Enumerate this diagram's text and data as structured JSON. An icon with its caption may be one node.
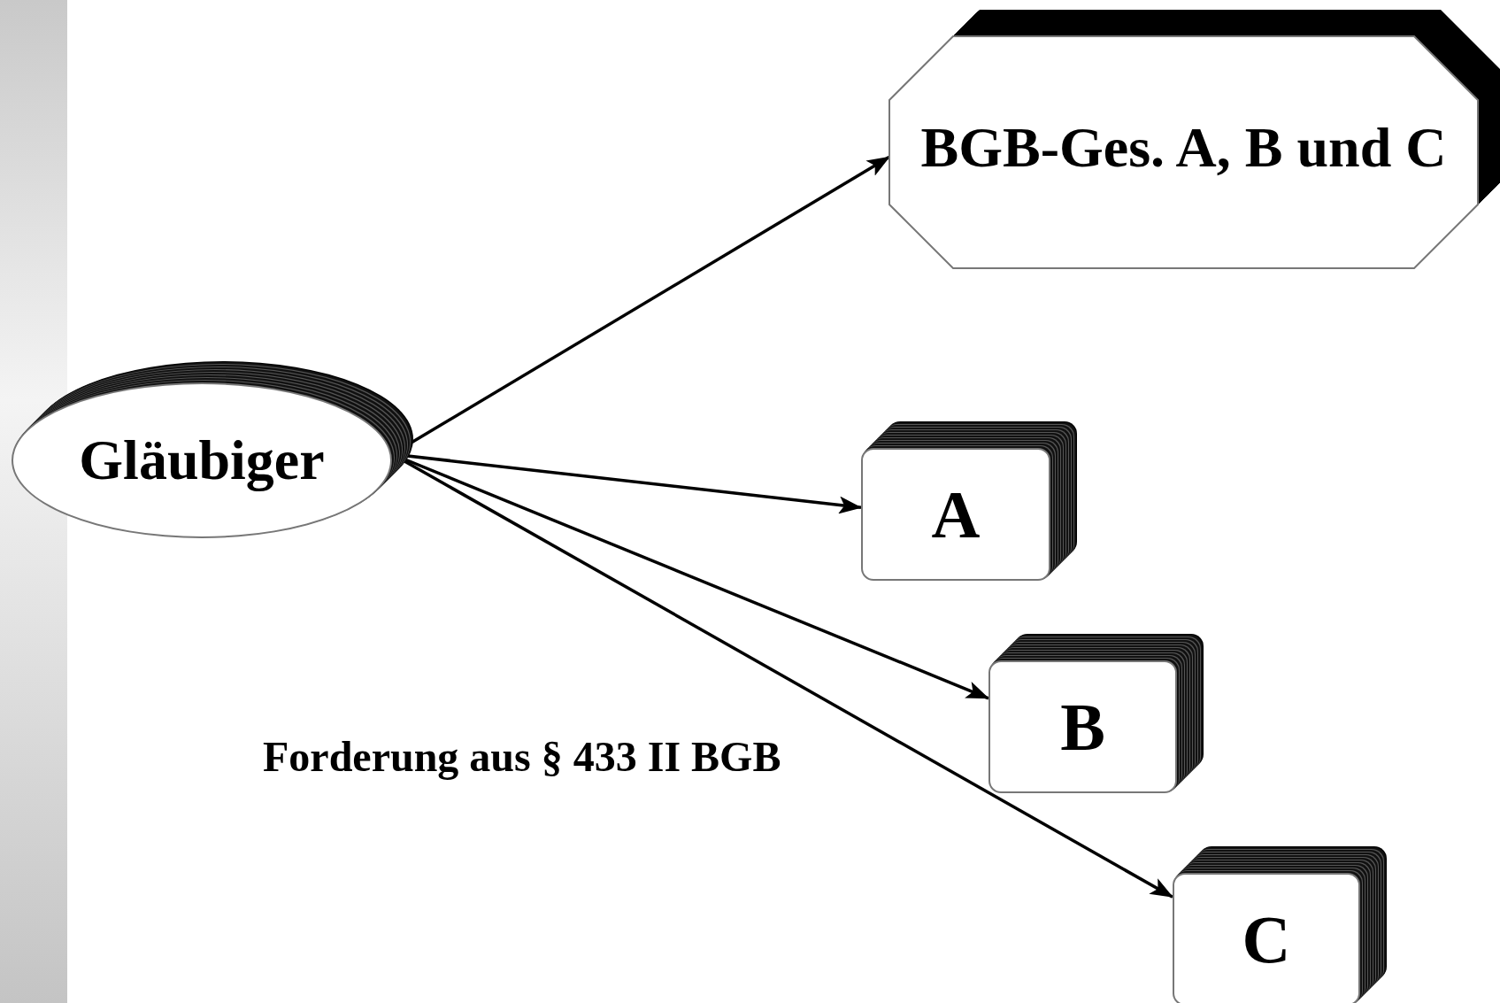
{
  "diagram": {
    "nodes": [
      {
        "text": [
          "Gläubiger"
        ]
      },
      {
        "text": [
          "BGB-Ges. A, B und C"
        ]
      },
      {
        "text": [
          "A"
        ]
      },
      {
        "text": [
          "B"
        ]
      },
      {
        "text": [
          "C"
        ]
      }
    ],
    "edges": [
      {
        "from": 0,
        "to": 1,
        "arrow": "to"
      },
      {
        "from": 0,
        "to": 2,
        "arrow": "to"
      },
      {
        "from": 0,
        "to": 3,
        "arrow": "to"
      },
      {
        "from": 0,
        "to": 4,
        "arrow": "to"
      }
    ],
    "labels": [
      "Forderung aus § 433 II BGB"
    ]
  }
}
